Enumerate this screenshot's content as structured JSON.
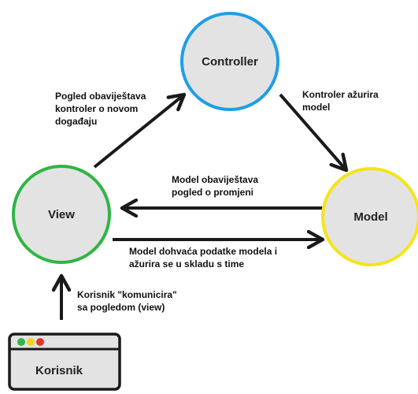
{
  "colors": {
    "background": "#ffffff",
    "node_fill": "#e3e3e3",
    "controller_border": "#1f9ee6",
    "view_border": "#2fb543",
    "model_border": "#f4e41a",
    "arrow": "#1a1a1a",
    "window_dot_red": "#e8322b",
    "window_dot_yellow": "#f2d31b",
    "window_dot_green": "#2db84a"
  },
  "nodes": {
    "controller": {
      "label": "Controller"
    },
    "view": {
      "label": "View"
    },
    "model": {
      "label": "Model"
    },
    "user": {
      "label": "Korisnik",
      "icon": "browser-window-icon"
    }
  },
  "edges": {
    "view_to_controller": {
      "lines": [
        "Pogled obaviještava",
        "kontroler o novom",
        "događaju"
      ]
    },
    "controller_to_model": {
      "lines": [
        "Kontroler ažurira",
        "model"
      ]
    },
    "model_to_view": {
      "lines": [
        "Model obaviještava",
        "pogled o promjeni"
      ]
    },
    "view_to_model": {
      "lines": [
        "Model dohvaća podatke modela i",
        "ažurira se u skladu s time"
      ]
    },
    "user_to_view": {
      "lines": [
        "Korisnik \"komunicira\"",
        "sa pogledom (view)"
      ]
    }
  }
}
